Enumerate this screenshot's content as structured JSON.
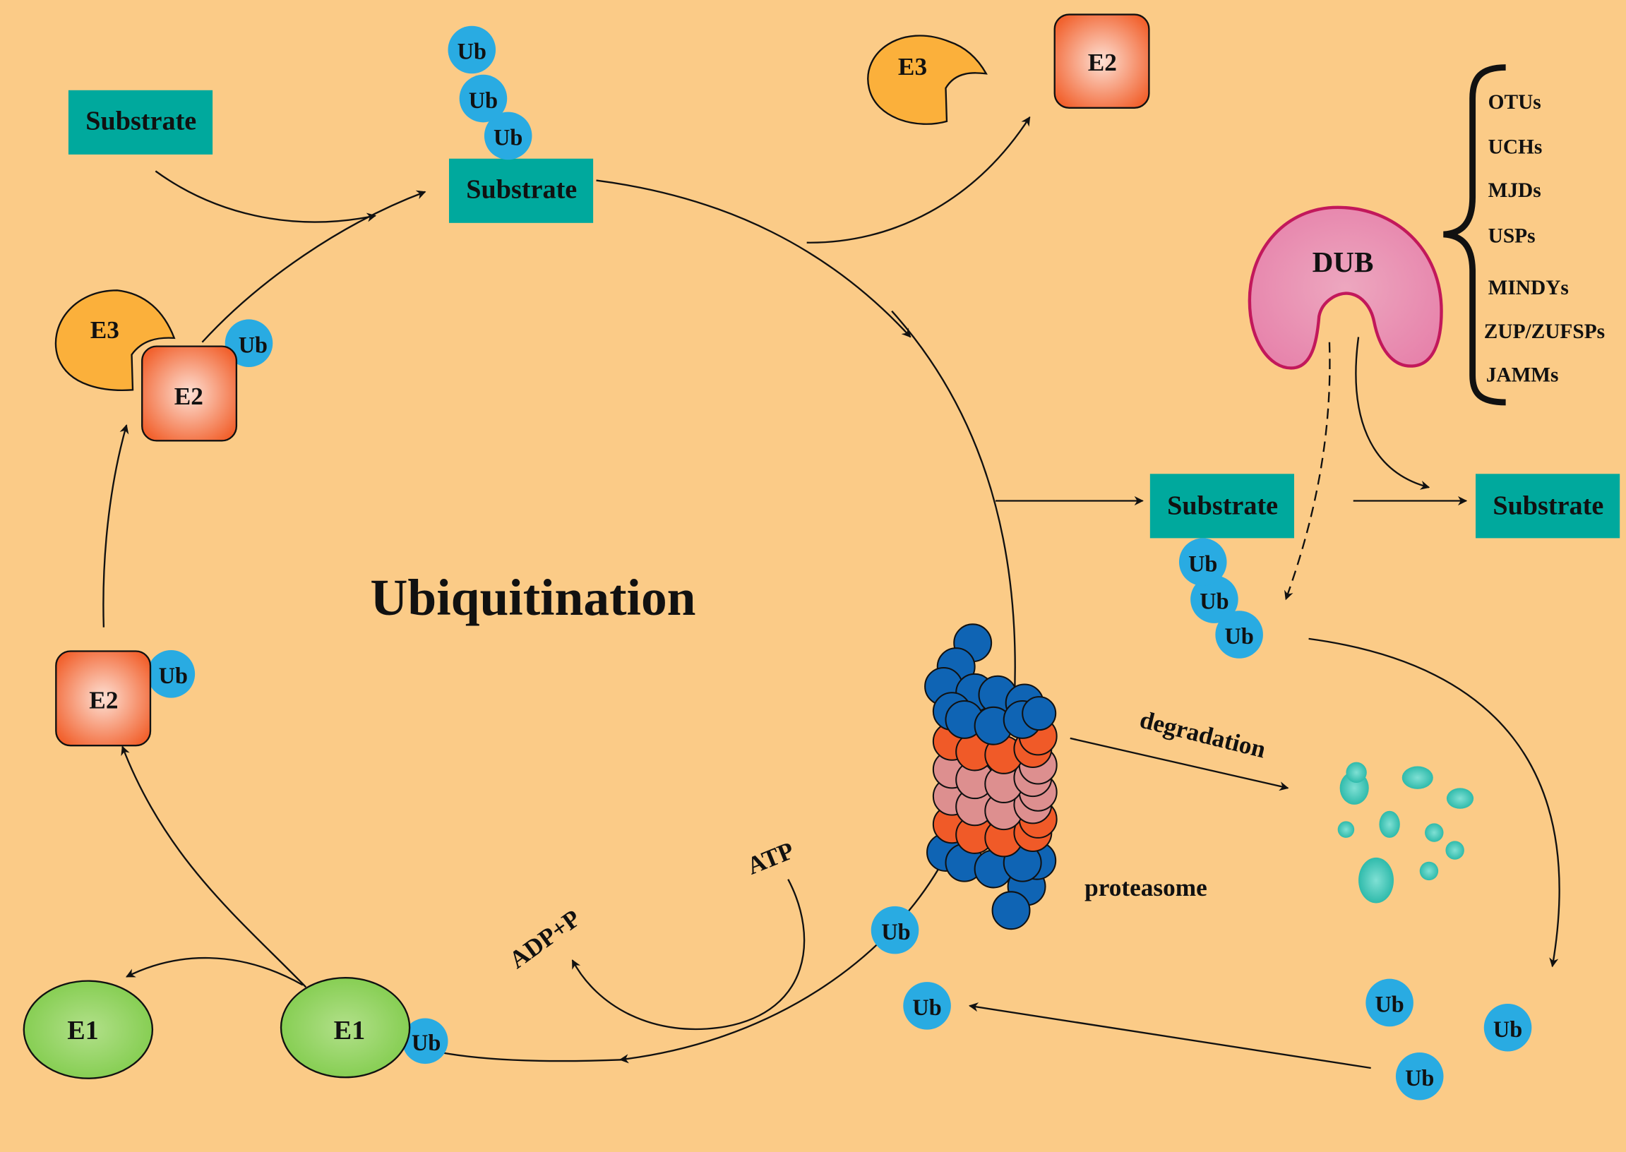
{
  "title": "Ubiquitination",
  "labels": {
    "ub": "Ub",
    "substrate": "Substrate",
    "e1": "E1",
    "e2": "E2",
    "e3": "E3",
    "dub": "DUB",
    "atp": "ATP",
    "adp": "ADP+P",
    "degradation": "degradation",
    "proteasome": "proteasome"
  },
  "dub_families": [
    "OTUs",
    "UCHs",
    "MJDs",
    "USPs",
    "MINDYs",
    "ZUP/ZUFSPs",
    "JAMMs"
  ],
  "colors": {
    "background": "#fbcb87",
    "substrate": "#00a99d",
    "ub": "#29abe2",
    "e1": "#7ac943",
    "e2": "#f15a24",
    "e3": "#fbb03b",
    "dub": "#e887b0",
    "proteasome_outer": "#0f64b4",
    "proteasome_middle": "#f05a28",
    "proteasome_inner": "#dd8f8f",
    "peptide": "#2ab5a5"
  }
}
